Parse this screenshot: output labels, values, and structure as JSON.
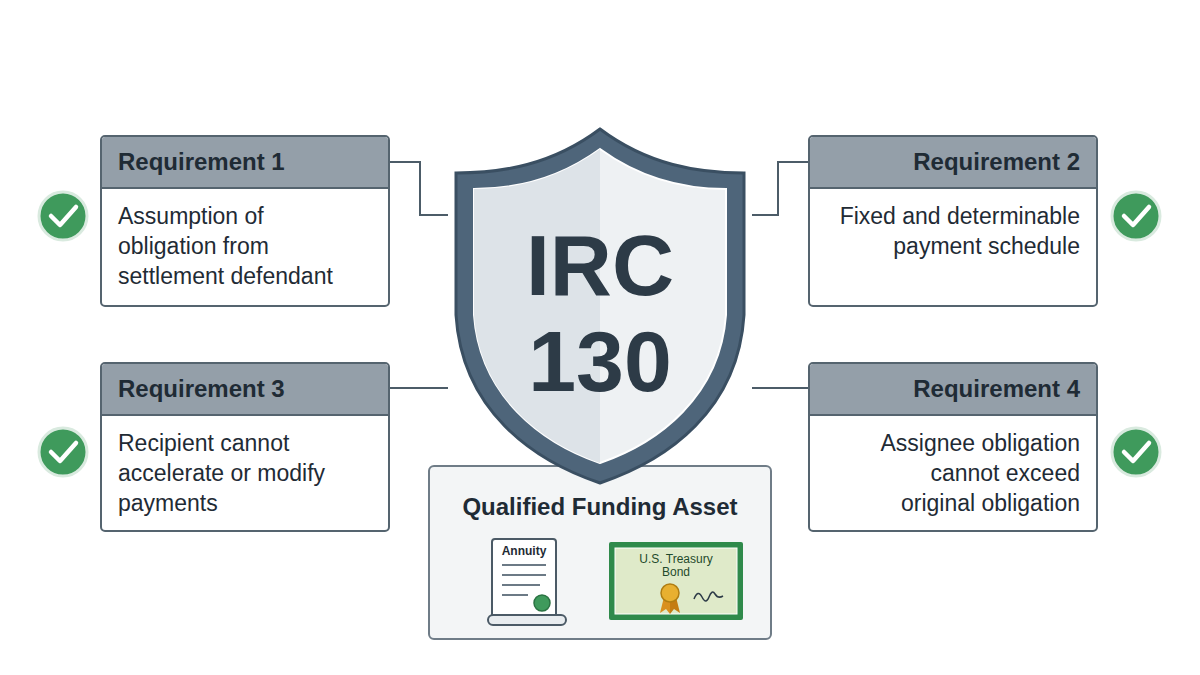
{
  "diagram": {
    "nodes": [
      {
        "text": [
          "Requirement 1",
          "Assumption of obligation from settlement defendant"
        ]
      },
      {
        "text": [
          "IRC 130"
        ]
      },
      {
        "text": [
          "Requirement 2",
          "Fixed and determinable payment schedule"
        ]
      },
      {
        "text": [
          "Requirement 3",
          "Recipient cannot accelerate or modify payments"
        ]
      },
      {
        "text": [
          "Requirement 4",
          "Assignee obligation cannot exceed original obligation"
        ]
      },
      {
        "text": [
          "Qualified Funding Asset"
        ]
      },
      {
        "text": [
          "Annuity"
        ],
        "in": 5
      },
      {
        "text": [
          "U.S. Treasury Bond"
        ],
        "in": 5
      }
    ],
    "edges": [
      {
        "from": 0,
        "to": 1,
        "arrow": "none"
      },
      {
        "from": 2,
        "to": 1,
        "arrow": "none"
      },
      {
        "from": 3,
        "to": 1,
        "arrow": "none"
      },
      {
        "from": 4,
        "to": 1,
        "arrow": "none"
      }
    ]
  }
}
